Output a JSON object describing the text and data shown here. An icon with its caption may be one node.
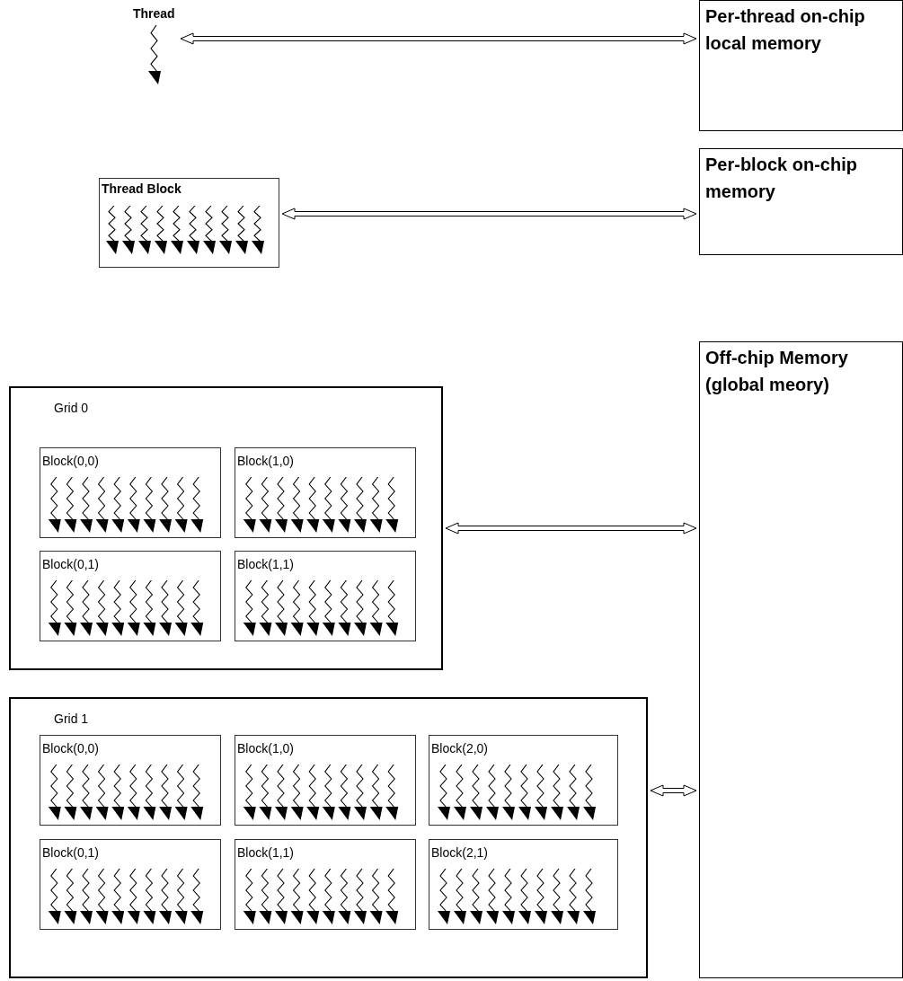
{
  "diagram": {
    "nodes": [
      {
        "text": [
          "Thread"
        ]
      },
      {
        "text": [
          "Per-thread on-chip local memory"
        ]
      },
      {
        "text": [
          "Thread Block"
        ]
      },
      {
        "text": [
          "Per-block on-chip memory"
        ]
      },
      {
        "text": [
          "Grid 0"
        ]
      },
      {
        "text": [
          "Block(0,0)"
        ],
        "in": 4
      },
      {
        "text": [
          "Block(1,0)"
        ],
        "in": 4
      },
      {
        "text": [
          "Block(0,1)"
        ],
        "in": 4
      },
      {
        "text": [
          "Block(1,1)"
        ],
        "in": 4
      },
      {
        "text": [
          "Grid 1"
        ]
      },
      {
        "text": [
          "Block(0,0)"
        ],
        "in": 9
      },
      {
        "text": [
          "Block(1,0)"
        ],
        "in": 9
      },
      {
        "text": [
          "Block(2,0)"
        ],
        "in": 9
      },
      {
        "text": [
          "Block(0,1)"
        ],
        "in": 9
      },
      {
        "text": [
          "Block(1,1)"
        ],
        "in": 9
      },
      {
        "text": [
          "Block(2,1)"
        ],
        "in": 9
      },
      {
        "text": [
          "Off-chip Memory (global meory)"
        ]
      }
    ],
    "edges": [
      {
        "from": 0,
        "to": 1,
        "arrow": "both"
      },
      {
        "from": 2,
        "to": 3,
        "arrow": "both"
      },
      {
        "from": 4,
        "to": 16,
        "arrow": "both"
      },
      {
        "from": 9,
        "to": 16,
        "arrow": "both"
      }
    ]
  }
}
